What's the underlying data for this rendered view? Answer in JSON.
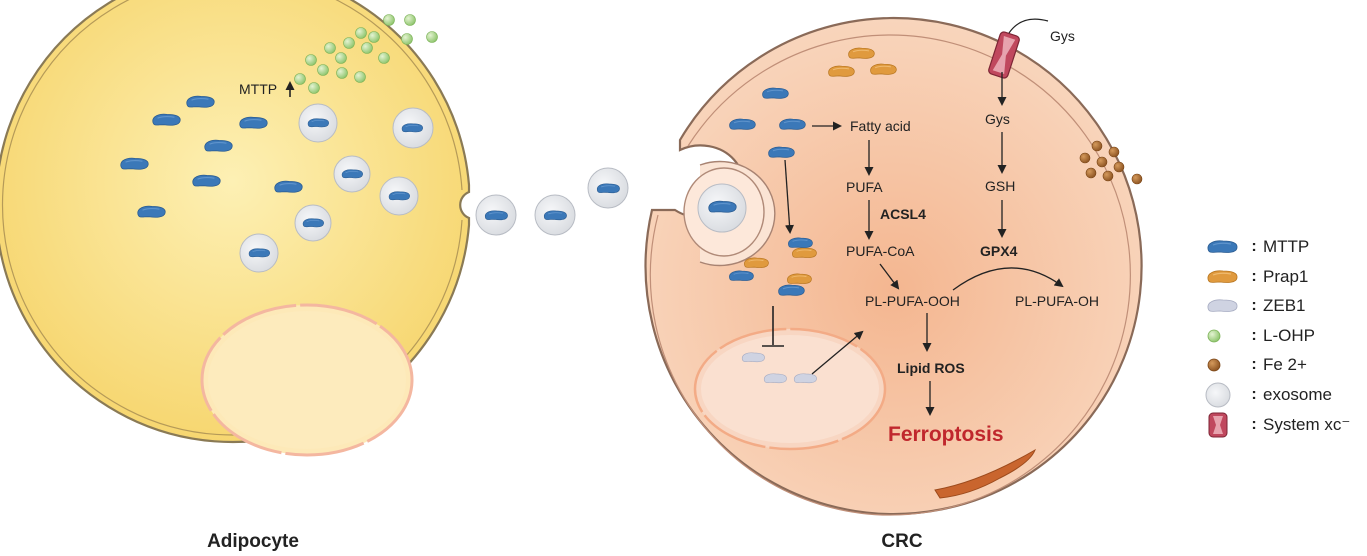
{
  "cells": {
    "adipocyte": {
      "label": "Adipocyte",
      "mttp_label": "MTTP"
    },
    "crc": {
      "label": "CRC"
    }
  },
  "pathway": {
    "fatty_acid": "Fatty acid",
    "pufa": "PUFA",
    "acsl4": "ACSL4",
    "pufa_coa": "PUFA-CoA",
    "pl_pufa_ooh": "PL-PUFA-OOH",
    "pl_pufa_oh": "PL-PUFA-OH",
    "lipid_ros": "Lipid ROS",
    "ferroptosis": "Ferroptosis",
    "gys_outside": "Gys",
    "gys_inside": "Gys",
    "gsh": "GSH",
    "gpx4": "GPX4"
  },
  "legend": [
    {
      "icon": "mttp-icon",
      "text": "MTTP",
      "color": "#3b78b8"
    },
    {
      "icon": "prap1-icon",
      "text": "Prap1",
      "color": "#e09a3e"
    },
    {
      "icon": "zeb1-icon",
      "text": "ZEB1",
      "color": "#c8ccdc"
    },
    {
      "icon": "l-ohp-icon",
      "text": "L-OHP",
      "color": "#9ccc7a"
    },
    {
      "icon": "fe2-icon",
      "text": "Fe 2+",
      "color": "#a0632a"
    },
    {
      "icon": "exosome-icon",
      "text": "exosome",
      "color": "#e2e4e8"
    },
    {
      "icon": "system-xc-icon",
      "text": "System xc⁻",
      "color": "#c0485e"
    }
  ],
  "colors": {
    "adipocyte_fill": "#f9dc7c",
    "crc_fill": "#f6c6a6",
    "ferroptosis": "#c0272d",
    "mttp": "#3b78b8",
    "prap1": "#e09a3e"
  }
}
